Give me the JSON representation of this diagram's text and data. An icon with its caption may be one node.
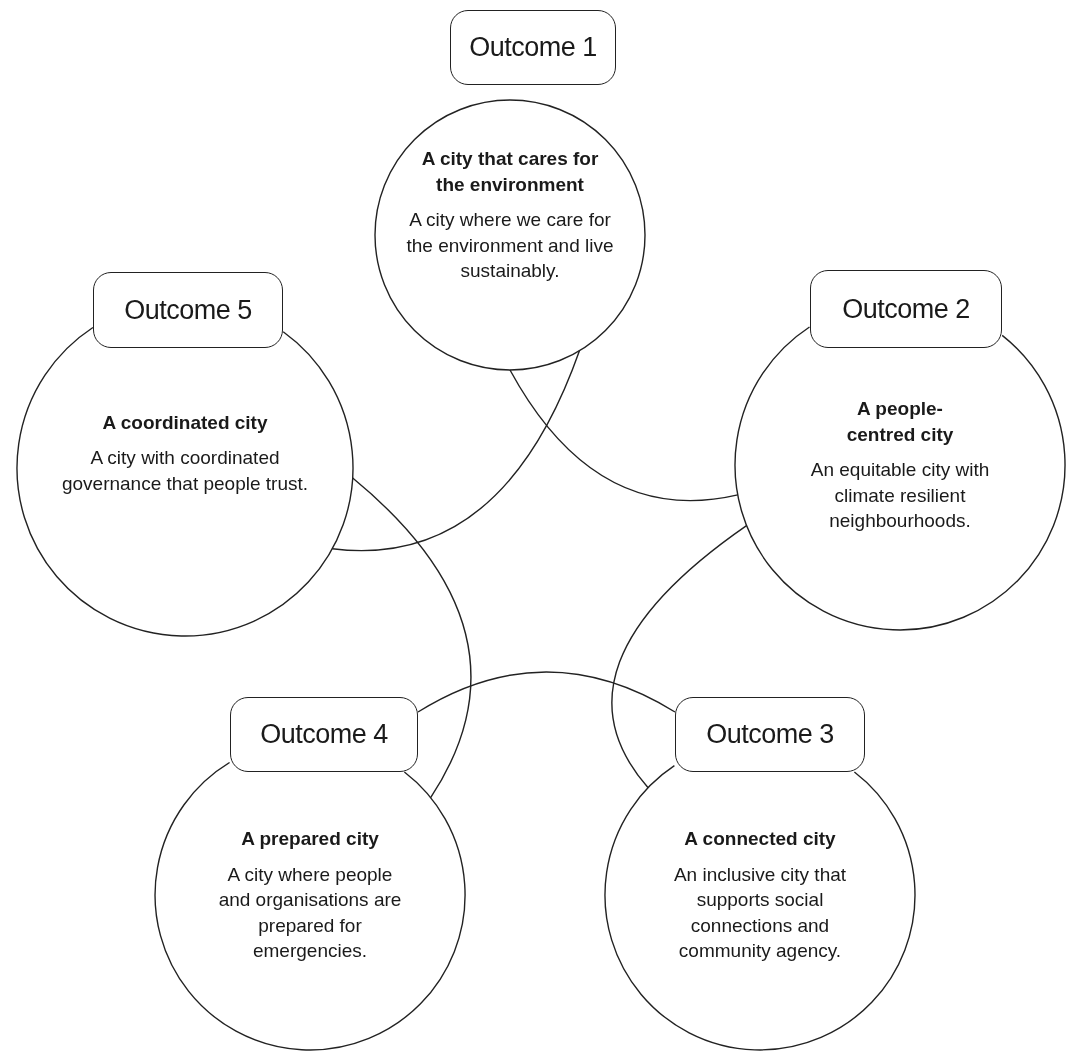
{
  "diagram": {
    "nodes": [
      {
        "text": [
          "Outcome 1",
          "A city that cares for the environment",
          "A city where we care for the environment and live sustainably."
        ]
      },
      {
        "text": [
          "Outcome 5",
          "A coordinated city",
          "A city with coordinated governance that people trust."
        ]
      },
      {
        "text": [
          "Outcome 2",
          "A people-centred city",
          "An equitable city with climate resilient neighbourhoods."
        ]
      },
      {
        "text": [
          "Outcome 4",
          "A prepared city",
          "A city where people and organisations are prepared for emergencies."
        ]
      },
      {
        "text": [
          "Outcome 3",
          "A connected city",
          "An inclusive city that supports social connections and community agency."
        ]
      }
    ],
    "edges": [
      {
        "from": 0,
        "to": 2,
        "arrow": "none"
      },
      {
        "from": 0,
        "to": 1,
        "arrow": "none"
      },
      {
        "from": 1,
        "to": 3,
        "arrow": "none"
      },
      {
        "from": 3,
        "to": 4,
        "arrow": "none"
      },
      {
        "from": 4,
        "to": 2,
        "arrow": "none"
      }
    ]
  }
}
